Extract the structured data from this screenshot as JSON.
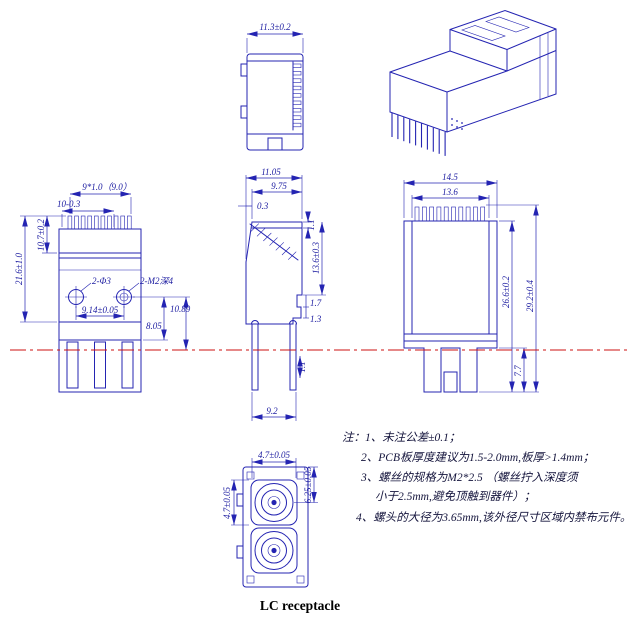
{
  "title": "LC receptacle",
  "notes": {
    "line1": "注：1、未注公差±0.1；",
    "line2": "2、PCB板厚度建议为1.5-2.0mm,板厚>1.4mm；",
    "line3": "3、螺丝的规格为M2*2.5 （螺丝拧入深度须",
    "line4": "小于2.5mm,避免顶触到器件）；",
    "line5": "4、螺头的大径为3.65mm,该外径尺寸区域内禁布元件。"
  },
  "dims": {
    "top_width": "11.3±0.2",
    "front_pitch": "9*1.0（9.0）",
    "front_width": "10-0.3",
    "front_h_upper": "10.7±0.2",
    "front_h_body": "21.6±1.0",
    "front_holes": "2-Φ3",
    "front_thread": "2-M2深4",
    "front_span": "9.14±0.05",
    "front_d1": "8.05",
    "front_d2": "10.89",
    "side_w1": "11.05",
    "side_w2": "9.75",
    "side_w3": "0.3",
    "side_t1": "1.1",
    "side_h": "13.6±0.3",
    "side_s1": "1.7",
    "side_s2": "1.3",
    "side_t2": "1.1",
    "side_w4": "9.2",
    "back_w1": "14.5",
    "back_w2": "13.6",
    "back_h1": "26.6±0.2",
    "back_h2": "29.2±0.4",
    "back_h3": "7.7",
    "bot_w": "4.7±0.05",
    "bot_p": "6.25±0.05",
    "bot_h": "4.7±0.05"
  },
  "colors": {
    "line": "#2424b2",
    "centerline": "#cc1111",
    "dim_text": "#1b1ba0"
  }
}
